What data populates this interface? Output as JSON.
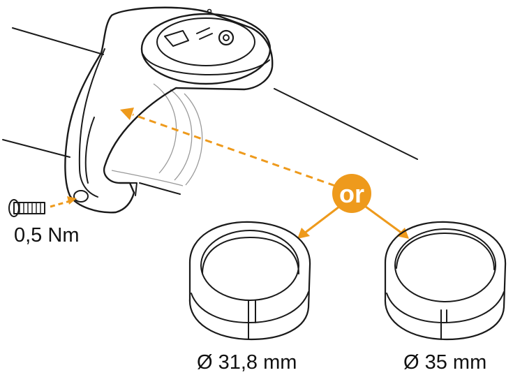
{
  "diagram": {
    "torque": "0,5 Nm",
    "choice_word": "or",
    "sizes": [
      "Ø 31,8 mm",
      "Ø 35 mm"
    ]
  },
  "colors": {
    "accent": "#EE9A1C",
    "line": "#1A1A1A",
    "background": "#FFFFFF"
  },
  "icons": [
    "screw-icon",
    "mount-clamp-icon",
    "shim-ring-icon",
    "dashed-arrow-icon",
    "arrow-icon"
  ]
}
